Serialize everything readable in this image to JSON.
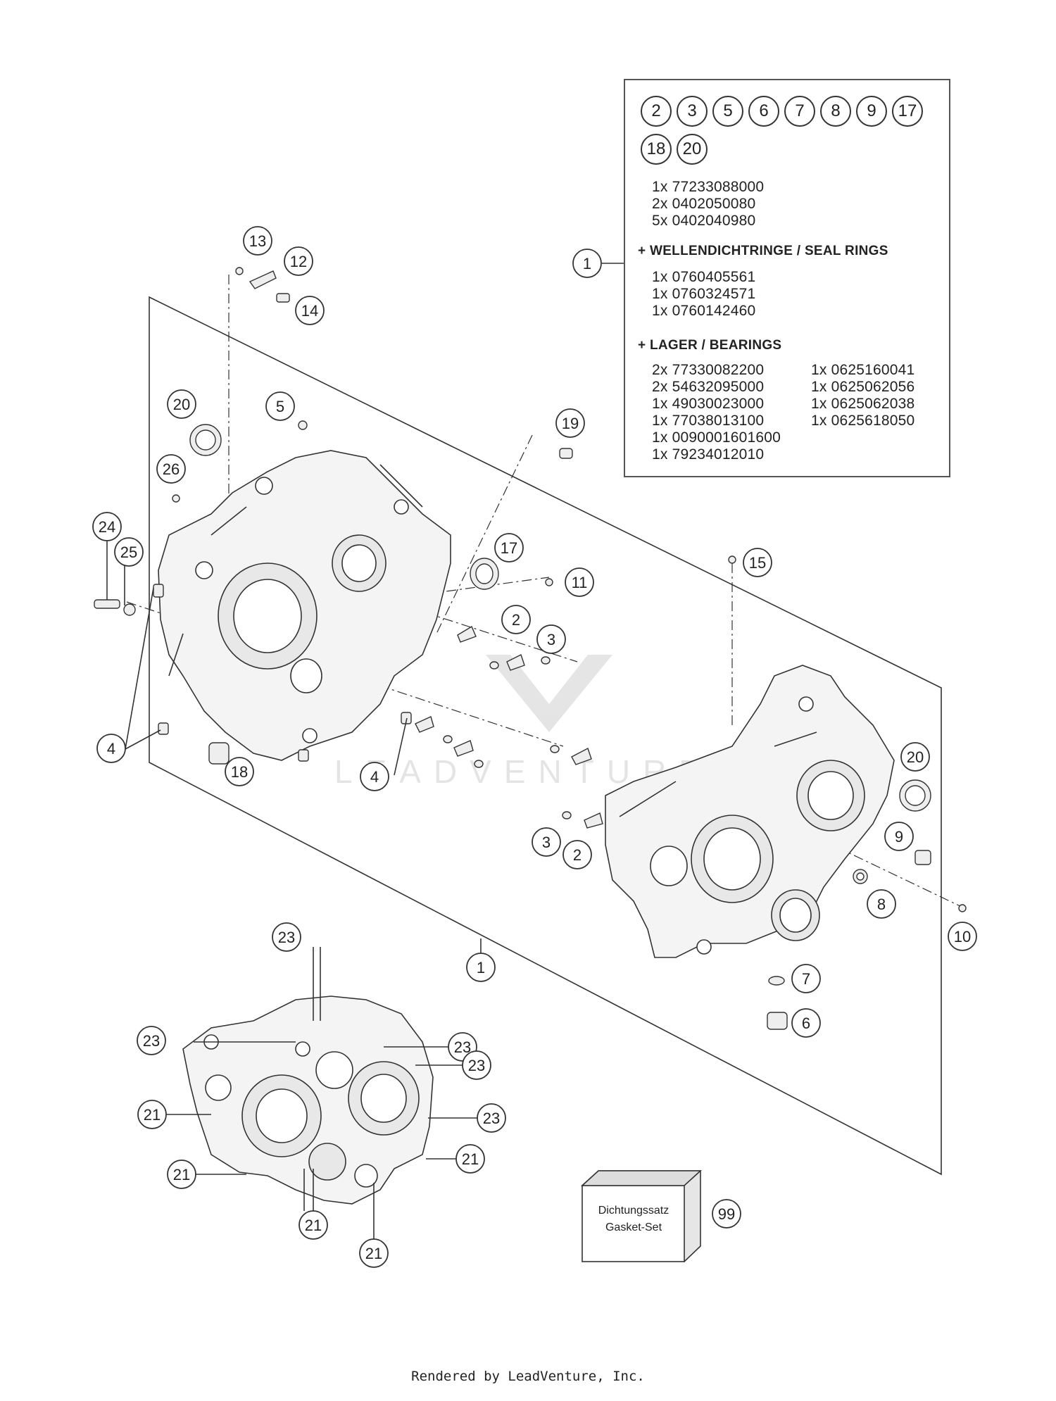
{
  "legend": {
    "kit_items": [
      "2",
      "3",
      "5",
      "6",
      "7",
      "8",
      "9",
      "17",
      "18",
      "20"
    ],
    "parts": [
      "1x 77233088000",
      "2x 0402050080",
      "5x 0402040980"
    ],
    "seal_heading": "+ WELLENDICHTRINGE / SEAL RINGS",
    "seal_rings": [
      "1x 0760405561",
      "1x 0760324571",
      "1x 0760142460"
    ],
    "bearing_heading": "+ LAGER / BEARINGS",
    "bearings_col1": [
      "2x 77330082200",
      "2x 54632095000",
      "1x 49030023000",
      "1x 77038013100",
      "1x 0090001601600",
      "1x 79234012010"
    ],
    "bearings_col2": [
      "1x 0625160041",
      "1x 0625062056",
      "1x 0625062038",
      "1x 0625618050"
    ]
  },
  "callouts": {
    "c1_legend": "1",
    "c1_bottom": "1",
    "c2_left": "2",
    "c2_right": "2",
    "c3_left": "3",
    "c3_right": "3",
    "c4_a": "4",
    "c4_b": "4",
    "c5": "5",
    "c6": "6",
    "c7": "7",
    "c8": "8",
    "c9": "9",
    "c10": "10",
    "c11": "11",
    "c12": "12",
    "c13": "13",
    "c14": "14",
    "c15": "15",
    "c17": "17",
    "c18": "18",
    "c19": "19",
    "c20_left": "20",
    "c20_right": "20",
    "c21_a": "21",
    "c21_b": "21",
    "c21_c": "21",
    "c21_d": "21",
    "c21_e": "21",
    "c23_a": "23",
    "c23_b": "23",
    "c23_c": "23",
    "c23_d": "23",
    "c23_e": "23",
    "c24": "24",
    "c25": "25",
    "c26": "26",
    "c99": "99"
  },
  "gasket_set": {
    "line1": "Dichtungssatz",
    "line2": "Gasket-Set"
  },
  "watermark": "LEADVENTURE",
  "footer": "Rendered by LeadVenture, Inc."
}
